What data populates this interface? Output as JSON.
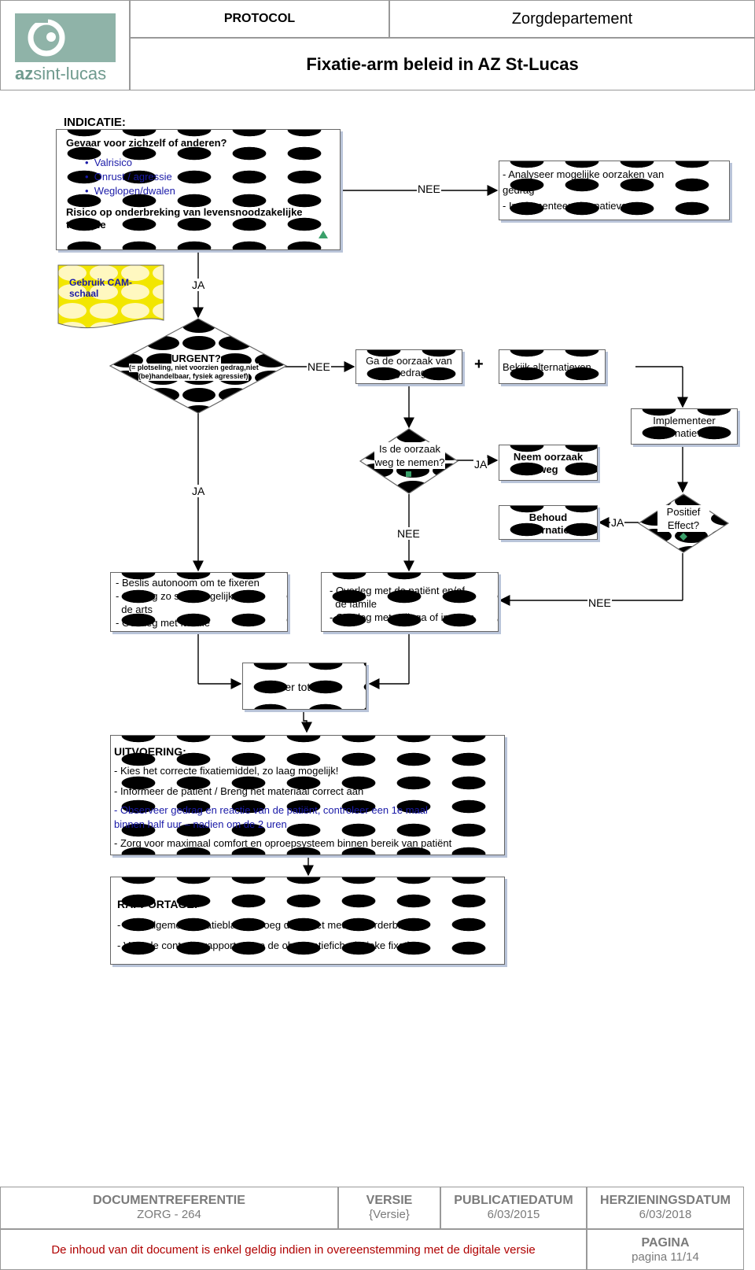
{
  "header": {
    "logo_text_bold": "az",
    "logo_text_rest": "sint-lucas",
    "protocol": "PROTOCOL",
    "department": "Zorgdepartement",
    "title": "Fixatie-arm beleid in AZ St-Lucas"
  },
  "indicatie": {
    "heading": "INDICATIE:",
    "question": "Gevaar voor zichzelf of anderen?",
    "bullets": [
      "Valrisico",
      "Onrust / agressie",
      "Weglopen/dwalen"
    ],
    "risk_line1": "Risico op onderbreking van levensnoodzakelijke",
    "risk_line2": "therapie"
  },
  "analyse": {
    "line1": "- Analyseer mogelijke oorzaken van",
    "line2": "gedrag",
    "line3": "- Implementeer alternatieven"
  },
  "gebruik": {
    "line1": "Gebruik CAM-",
    "line2": "schaal"
  },
  "urgent": {
    "title": "URGENT?",
    "sub1": "(= plotseling, niet voorzien gedrag,niet",
    "sub2": "(be)handelbaar, fysiek agressief)"
  },
  "oorzaak_na": {
    "line1": "Ga de oorzaak van",
    "line2": "het gedrag na"
  },
  "plus": "+",
  "bekijk": "Bekijk alternatieven",
  "implementeer": {
    "line1": "Implementeer",
    "line2": "alternatieven"
  },
  "weg_te_nemen": {
    "line1": "Is de oorzaak",
    "line2": "weg te nemen?"
  },
  "neem_weg": {
    "line1": "Neem oorzaak",
    "line2": "weg"
  },
  "behoud": {
    "line1": "Behoud",
    "line2": "alternatief"
  },
  "positief": {
    "line1": "Positief",
    "line2": "Effect?"
  },
  "beslis": {
    "line1": "- Beslis autonoom om te fixeren",
    "line2": "- Overleg zo snel mogelijk met",
    "line3": "  de arts",
    "line4": "- Overleg met familie"
  },
  "overleg": {
    "line1": "- Overleg met de patiënt en/of",
    "line2": "  de famile",
    "line3": "- Overleg met collega of in team"
  },
  "fixatie": "Ga over tot fixatie",
  "uitvoering": {
    "heading": "UITVOERING:",
    "line1": "- Kies het correcte fixatiemiddel, zo laag mogelijk!",
    "line2": "- Informeer de patiënt / Breng het materiaal correct aan",
    "line3a": "- Observeer gedrag en reactie van de patiënt, controleer een 1e maal",
    "line3b": "binnen half uur – nadien om de 2 uren",
    "line4": "- Zorg voor maximaal comfort en oproepsysteem binnen bereik van patiënt"
  },
  "rapportage": {
    "heading": "RAPPORTAGE:",
    "line1": "- Start algemeen fixatieblad en voeg dit bij het medisch orderblad",
    "line2": "- Voor de controle: rapporteer op de observatiefiche  fysieke fixatie"
  },
  "labels": {
    "ja": "JA",
    "nee": "NEE"
  },
  "footer": {
    "docref_label": "DOCUMENTREFERENTIE",
    "docref_value": "ZORG - 264",
    "versie_label": "VERSIE",
    "versie_value": "{Versie}",
    "pub_label": "PUBLICATIEDATUM",
    "pub_value": "6/03/2015",
    "herz_label": "HERZIENINGSDATUM",
    "herz_value": "6/03/2018",
    "notice": "De inhoud van dit document is enkel geldig indien in overeenstemming met de digitale versie",
    "pagina_label": "PAGINA",
    "pagina_value": "pagina 11/14"
  },
  "colors": {
    "logo": "#8fb3a8",
    "notice": "#b00000",
    "bullet_text": "#1a1aa8",
    "cam_fill": "#f2e600"
  }
}
